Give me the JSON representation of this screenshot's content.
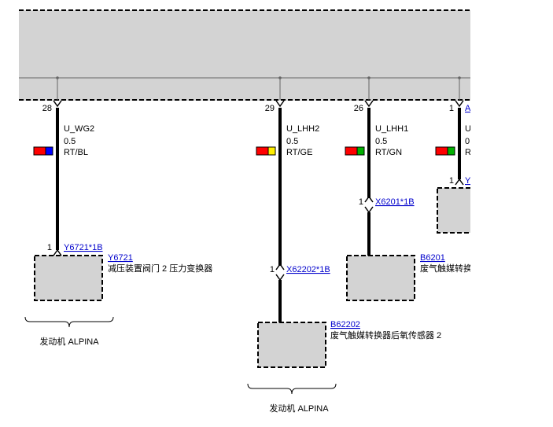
{
  "control_unit": {
    "fill": "#d3d3d3"
  },
  "pins": [
    {
      "id": "p28",
      "number": "28",
      "signal": "U_WG2",
      "cross_section": "0.5",
      "color_code": "RT/BL",
      "stripe": [
        "#ff0000",
        "#0000ff"
      ]
    },
    {
      "id": "p29",
      "number": "29",
      "signal": "U_LHH2",
      "cross_section": "0.5",
      "color_code": "RT/GE",
      "stripe": [
        "#ff0000",
        "#ffee00"
      ]
    },
    {
      "id": "p26",
      "number": "26",
      "signal": "U_LHH1",
      "cross_section": "0.5",
      "color_code": "RT/GN",
      "stripe": [
        "#ff0000",
        "#00b000"
      ]
    },
    {
      "id": "p1",
      "number": "1",
      "signal": "U",
      "cross_section": "0",
      "color_code": "R",
      "stripe": [
        "#ff0000",
        "#00b000"
      ],
      "top_link": "A"
    }
  ],
  "connectors": {
    "y6721_1b": {
      "pin": "1",
      "label": "Y6721*1B"
    },
    "x62202_1b": {
      "pin": "1",
      "label": "X62202*1B"
    },
    "x6201_1b": {
      "pin": "1",
      "label": "X6201*1B"
    },
    "right_conn": {
      "pin": "1",
      "label": "Y"
    }
  },
  "components": {
    "y6721": {
      "id": "Y6721",
      "desc": "减压装置阀门 2 压力变换器"
    },
    "b62202": {
      "id": "B62202",
      "desc": "废气触媒转换器后氧传感器 2"
    },
    "b6201": {
      "id": "B6201",
      "desc": "废气触媒转换"
    }
  },
  "groups": [
    {
      "id": "g1",
      "label": "发动机 ALPINA"
    },
    {
      "id": "g2",
      "label": "发动机 ALPINA"
    }
  ]
}
